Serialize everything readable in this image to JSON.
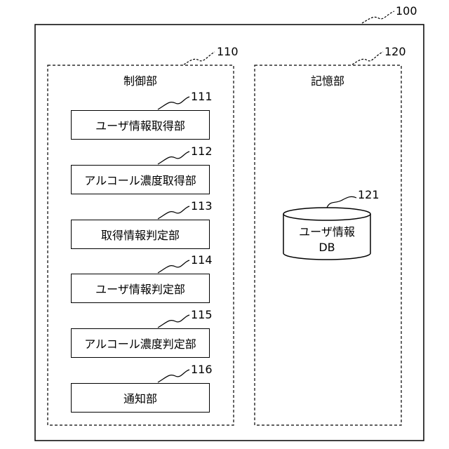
{
  "system": {
    "ref": "100"
  },
  "control": {
    "ref": "110",
    "title": "制御部",
    "units": [
      {
        "ref": "111",
        "label": "ユーザ情報取得部"
      },
      {
        "ref": "112",
        "label": "アルコール濃度取得部"
      },
      {
        "ref": "113",
        "label": "取得情報判定部"
      },
      {
        "ref": "114",
        "label": "ユーザ情報判定部"
      },
      {
        "ref": "115",
        "label": "アルコール濃度判定部"
      },
      {
        "ref": "116",
        "label": "通知部"
      }
    ]
  },
  "storage": {
    "ref": "120",
    "title": "記憶部",
    "db": {
      "ref": "121",
      "line1": "ユーザ情報",
      "line2": "DB"
    }
  }
}
